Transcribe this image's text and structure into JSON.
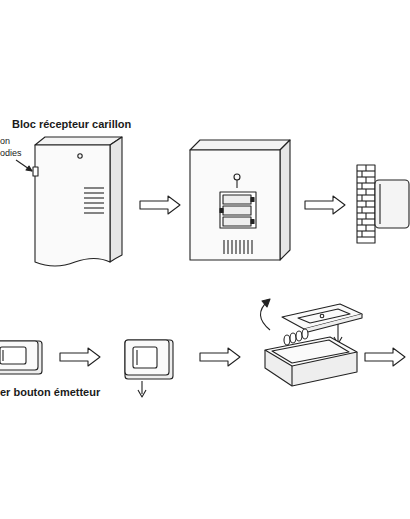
{
  "diagram": {
    "labels": [
      "Bloc récepteur carillon",
      "on",
      "odies",
      "er bouton émetteur"
    ]
  }
}
